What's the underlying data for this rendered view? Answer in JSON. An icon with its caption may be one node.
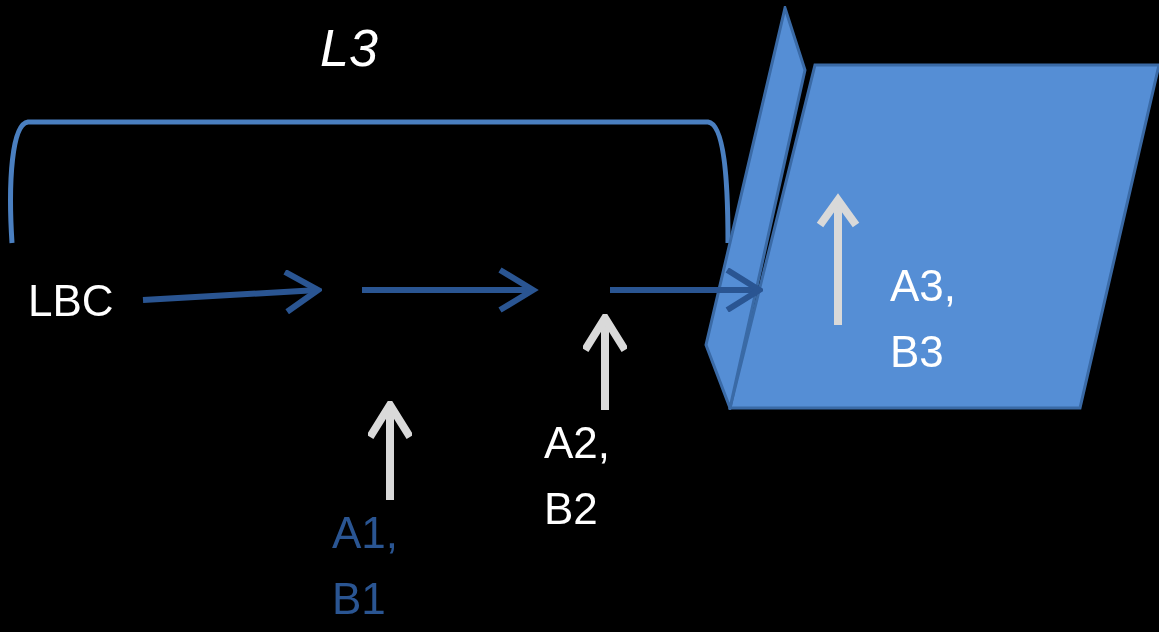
{
  "diagram": {
    "nodes": [
      {
        "text": [
          "LBC"
        ]
      },
      {
        "text": [
          "A1, B1"
        ]
      },
      {
        "text": [
          "A2, B2"
        ]
      },
      {
        "text": [
          "A3, B3"
        ]
      }
    ],
    "edges": [
      {
        "from": 0,
        "to": null,
        "arrow": "to",
        "color": "#2a5592"
      },
      {
        "from": null,
        "to": 3,
        "arrow": "to",
        "color": "#2a5592"
      },
      {
        "from": 1,
        "to": null,
        "arrow": "to",
        "color": "#d9d9d9"
      },
      {
        "from": 2,
        "to": null,
        "arrow": "to",
        "color": "#d9d9d9"
      }
    ],
    "labels": [
      "L3"
    ]
  }
}
